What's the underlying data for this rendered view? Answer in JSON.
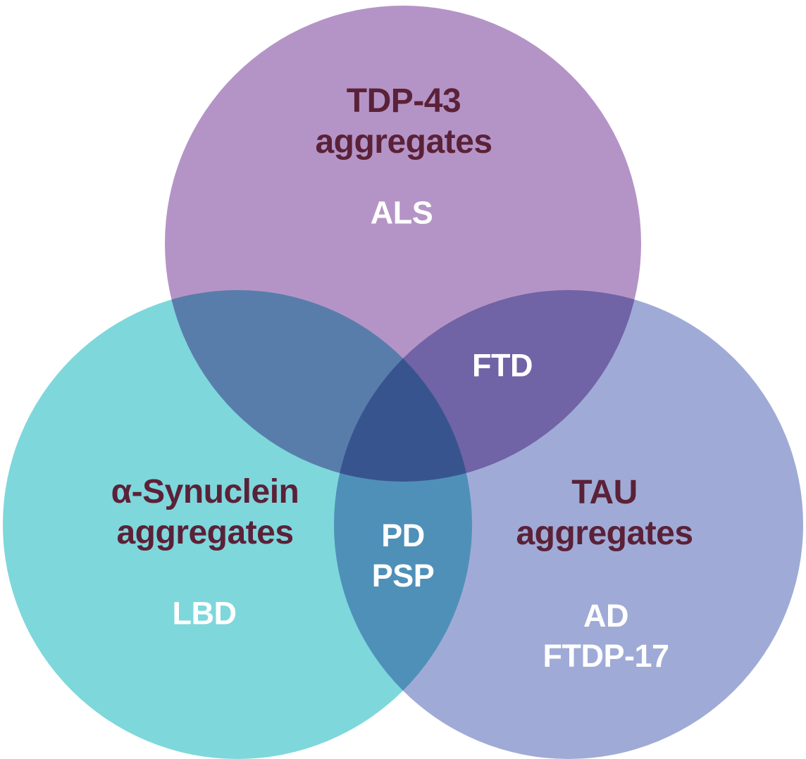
{
  "diagram": {
    "type": "venn",
    "background_color": "#ffffff",
    "sets": [
      {
        "id": "tdp43",
        "position": "top",
        "protein_label": "TDP-43\naggregates",
        "disease_label": "ALS",
        "fill_color": "#b494c6"
      },
      {
        "id": "alpha-synuclein",
        "position": "bottom-left",
        "protein_label": "α-Synuclein\naggregates",
        "disease_label": "LBD",
        "fill_color": "#7ed7db"
      },
      {
        "id": "tau",
        "position": "bottom-right",
        "protein_label": "TAU\naggregates",
        "disease_label": "AD\nFTDP-17",
        "fill_color": "#9fabd6"
      }
    ],
    "intersections": [
      {
        "between": [
          "tdp43",
          "tau"
        ],
        "label": "FTD",
        "observed_color": "#6c5e9e"
      },
      {
        "between": [
          "alpha-synuclein",
          "tau"
        ],
        "label": "PD\nPSP",
        "observed_color": "#4a8cae"
      },
      {
        "between": [
          "tdp43",
          "alpha-synuclein"
        ],
        "label": "",
        "observed_color": "#5c7aab"
      },
      {
        "between": [
          "tdp43",
          "alpha-synuclein",
          "tau"
        ],
        "label": "",
        "observed_color": "#375189"
      }
    ],
    "text_colors": {
      "protein_label": "#5b2138",
      "disease_label": "#ffffff"
    }
  }
}
